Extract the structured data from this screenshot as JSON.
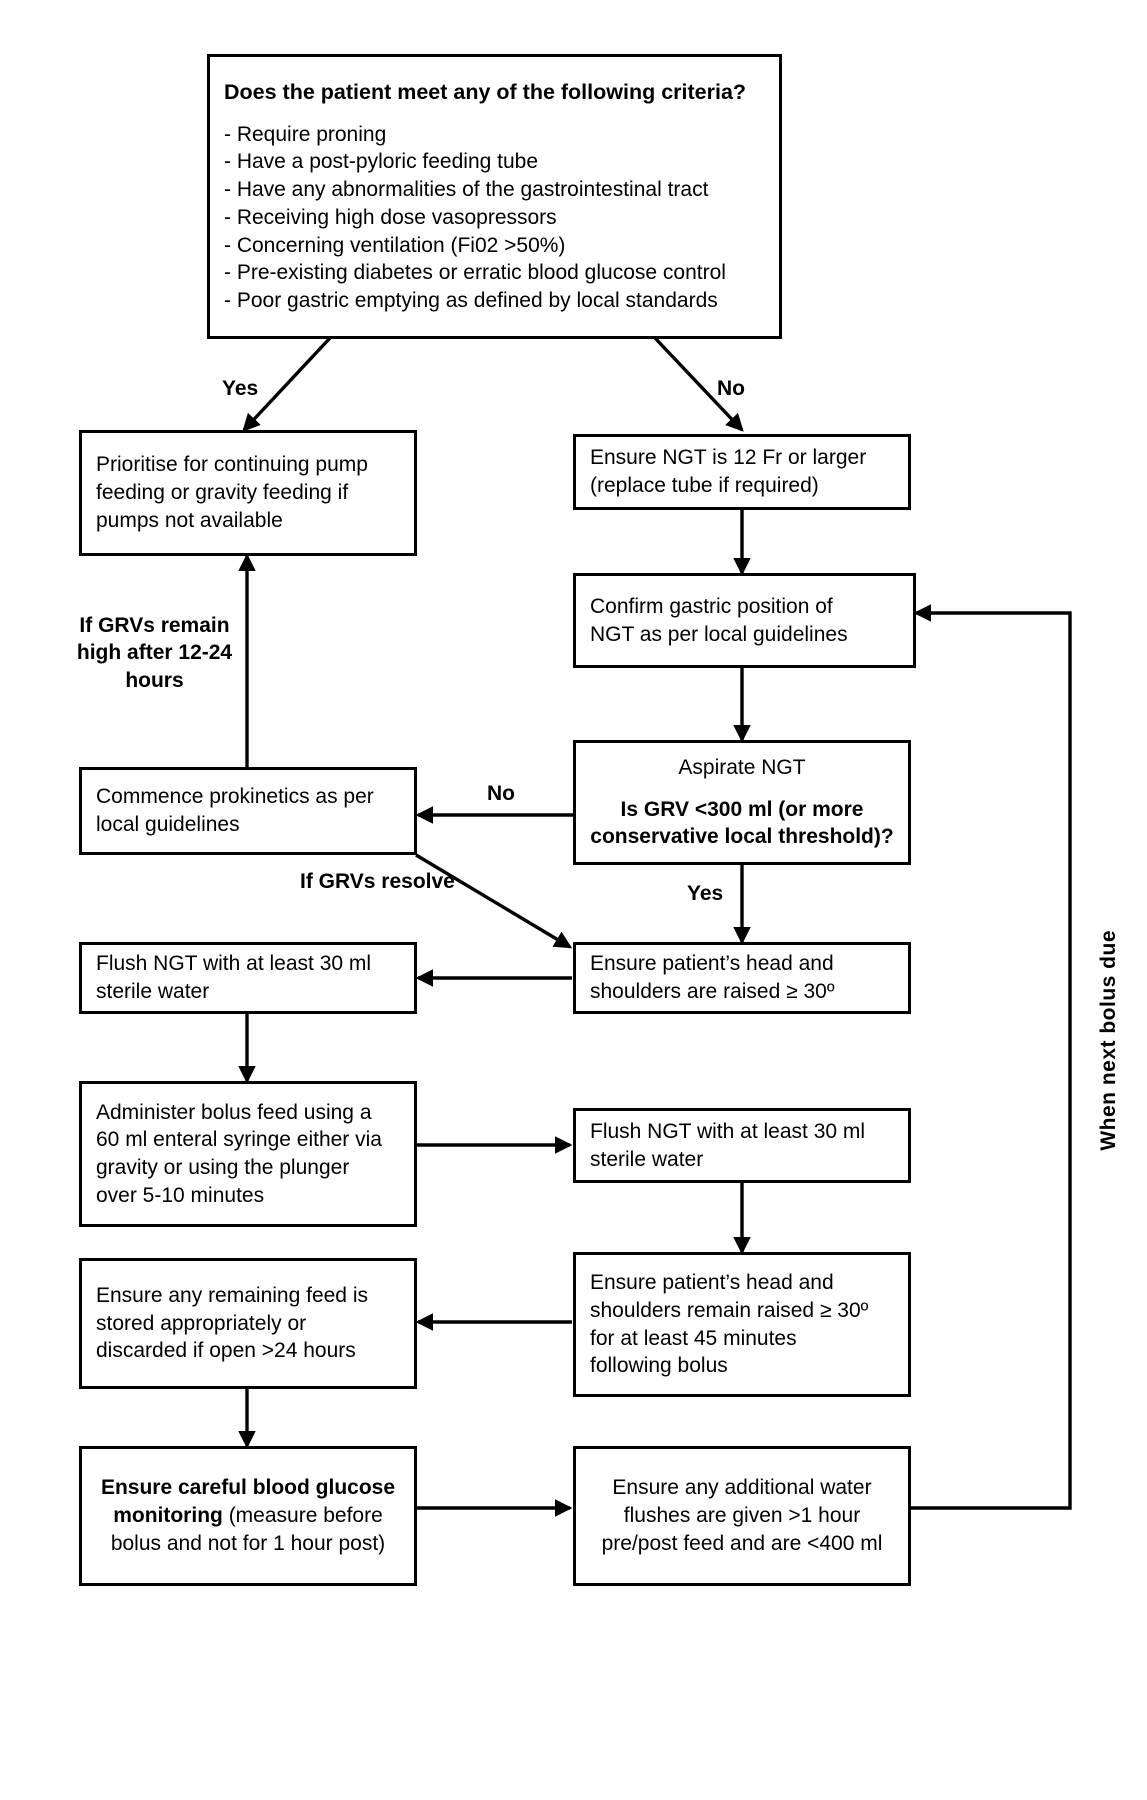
{
  "diagram": {
    "title": "Enteral bolus feeding decision flowchart",
    "line_color": "#000000",
    "box_border_color": "#000000",
    "background": "#ffffff"
  },
  "nodes": {
    "criteria": {
      "heading": "Does the patient meet any of the following criteria?",
      "items": [
        "- Require proning",
        "- Have a post-pyloric feeding tube",
        "- Have any abnormalities of the gastrointestinal tract",
        "- Receiving high dose vasopressors",
        "- Concerning ventilation (Fi02 >50%)",
        "- Pre-existing diabetes or erratic blood glucose control",
        "- Poor gastric emptying as defined by local standards"
      ]
    },
    "prioritise_pump": {
      "lines": [
        "Prioritise for continuing pump",
        "feeding or gravity feeding if",
        "pumps not available"
      ]
    },
    "ensure_ngt_size": {
      "lines": [
        "Ensure NGT is 12 Fr or larger",
        "(replace tube if required)"
      ]
    },
    "confirm_position": {
      "lines": [
        "Confirm gastric position of",
        "NGT as per local guidelines"
      ]
    },
    "commence_prokinetics": {
      "lines": [
        "Commence prokinetics as per",
        "local guidelines"
      ]
    },
    "aspirate_ngt": {
      "plain_line": "Aspirate NGT",
      "bold_lines": [
        "Is GRV <300 ml (or more",
        "conservative local threshold)?"
      ]
    },
    "flush_before": {
      "lines": [
        "Flush NGT with at least 30 ml",
        "sterile water"
      ]
    },
    "head_raised": {
      "lines": [
        "Ensure patient’s head and",
        "shoulders are raised ≥ 30º"
      ]
    },
    "administer_bolus": {
      "lines": [
        "Administer bolus feed using a",
        "60 ml enteral syringe either via",
        "gravity or using the plunger",
        "over 5-10 minutes"
      ]
    },
    "flush_after": {
      "lines": [
        "Flush NGT with at least 30 ml",
        "sterile water"
      ]
    },
    "remaining_feed": {
      "lines": [
        "Ensure any remaining feed is",
        "stored appropriately or",
        "discarded if open >24 hours"
      ]
    },
    "head_remain_raised": {
      "lines": [
        "Ensure patient’s head and",
        "shoulders remain raised ≥ 30º",
        "for at least 45 minutes",
        "following bolus"
      ]
    },
    "blood_glucose": {
      "bold_part": "Ensure careful blood glucose",
      "bold_part2": "monitoring",
      "rest1": " (measure before",
      "rest2": "bolus and not for 1 hour post)"
    },
    "additional_water": {
      "lines": [
        "Ensure any additional water",
        "flushes are given >1 hour",
        "pre/post feed and are <400 ml"
      ]
    }
  },
  "edge_labels": {
    "yes_top": "Yes",
    "no_top": "No",
    "grv_remain_high": [
      "If GRVs remain",
      "high after 12-24",
      "hours"
    ],
    "no_grv": "No",
    "yes_grv": "Yes",
    "grvs_resolve": "If GRVs resolve",
    "when_next_bolus": "When next bolus due"
  }
}
